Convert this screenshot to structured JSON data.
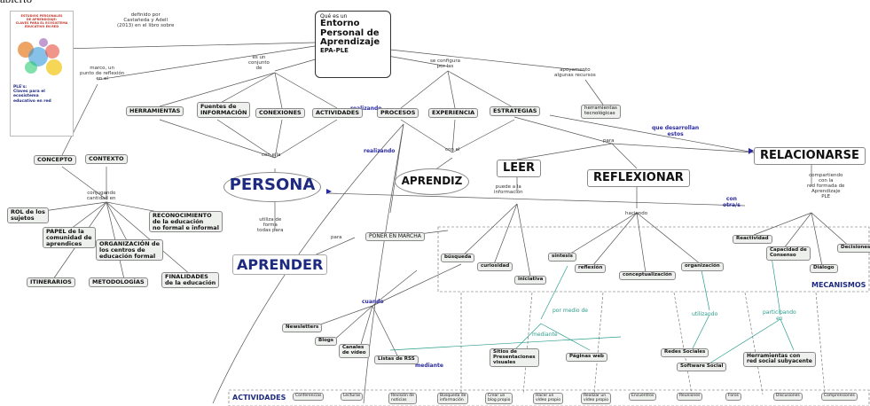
{
  "cover": {
    "title": "ESTUDIOS PERSONALES\nDE APRENDIZAJE:\nCLAVES PARA EL ECOSISTEMA\nEDUCATIVO EN RED",
    "caption": "PLE's:\nClaves para el\necosistema\neducativo en red",
    "partial_text": "abierto"
  },
  "main_node": {
    "line1": "Qué es un",
    "line2": "Entorno",
    "line3": "Personal de",
    "line4": "Aprendizaje",
    "line5": "EPA-PLE"
  },
  "labels": {
    "definido": "definido por\nCastañeda y Adell\n(2013) en el libro sobre",
    "marco": "marco, un\npunto de reflexión\nen el",
    "conjunto": "es un\nconjunto\nde",
    "configura": "se configura\npor las",
    "apoyamos": "apoyamento\nalgunas recursos",
    "conjugando": "conjugando\ncantidad en",
    "con_ella": "con ella",
    "con_el": "con el",
    "realizando1": "realizando",
    "realizando2": "realizando",
    "que_desarrollan": "que desarrollan\nestos",
    "para": "para",
    "con_otros": "con\notra/s",
    "puede_ser": "puede a la\ninformación",
    "haciendo": "haciendo",
    "compartiendo": "compartiendo\ncon la\nred formada de\nAprendizaje\nPLE",
    "utiliza": "utiliza de\nforma\ntodas para",
    "para2": "para",
    "cuando": "cuando",
    "por_medio": "por medio de",
    "mediante1": "mediante",
    "mediante2": "mediante",
    "utilizando": "utilizando",
    "participando": "participando\nen"
  },
  "nodes": {
    "herramientas": "HERRAMIENTAS",
    "fuentes": "Fuentes de\nINFORMACIÓN",
    "conexiones": "CONEXIONES",
    "actividades": "ACTIVIDADES",
    "procesos": "PROCESOS",
    "experiencia": "EXPERIENCIA",
    "estrategias": "ESTRATEGIAS",
    "herramientas_tec": "herramientas\ntecnológicas",
    "concepto": "CONCEPTO",
    "contexto": "CONTEXTO",
    "persona": "PERSONA",
    "aprendiz": "APRENDIZ",
    "leer": "LEER",
    "reflexionar": "REFLEXIONAR",
    "relacionarse": "RELACIONARSE",
    "rol": "ROL de los\nsujetos",
    "papel": "PAPEL de la\ncomunidad de\naprendices",
    "reconocimiento": "RECONOCIMIENTO\nde la educación\nno formal e informal",
    "organizacion": "ORGANIZACIÓN de\nlos centros de\neducación formal",
    "itinerarios": "ITINERARIOS",
    "metodologias": "METODOLOGÍAS",
    "finalidades": "FINALIDADES\nde la educación",
    "aprender": "APRENDER",
    "poner": "PONER EN MARCHA",
    "busqueda": "búsqueda",
    "curiosidad": "curiosidad",
    "iniciativa": "iniciativa",
    "sintesis": "síntesis",
    "reflexion": "reflexión",
    "conceptualizacion": "conceptualización",
    "organizacion2": "organización",
    "reactividad": "Reactividad",
    "capacidad": "Capacidad de\nConsenso",
    "dialogo": "Diálogo",
    "decisiones": "Decisiones",
    "mecanismos": "MECANISMOS",
    "newsletters": "Newsletters",
    "blogs": "Blogs",
    "canales": "Canales\nde vídeo",
    "listas": "Listas de RSS",
    "sitios": "Sitios de\nPresentaciones\nvisuales",
    "paginas": "Páginas web",
    "redes": "Redes Sociales",
    "software": "Software Social",
    "herr_red": "Herramientas con\nred social subyacente",
    "actividades2": "ACTIVIDADES"
  },
  "bottom_row": [
    "Conferencias",
    "Lecturas",
    "Revisión de\nnoticias",
    "Búsqueda de\ninformación",
    "Crear un\nblog propio",
    "Hacer un\nvídeo propio",
    "Realizar un\nvídeo propio",
    "Encuentros",
    "Reuniones",
    "Foros",
    "Discusiones",
    "Comprensiones"
  ],
  "colors": {
    "title_blue": "#1d2a80",
    "link_blue": "#2a2aa0",
    "teal": "#2a9c8c",
    "node_fill": "#eef0ee",
    "border": "#8a8a8a"
  }
}
